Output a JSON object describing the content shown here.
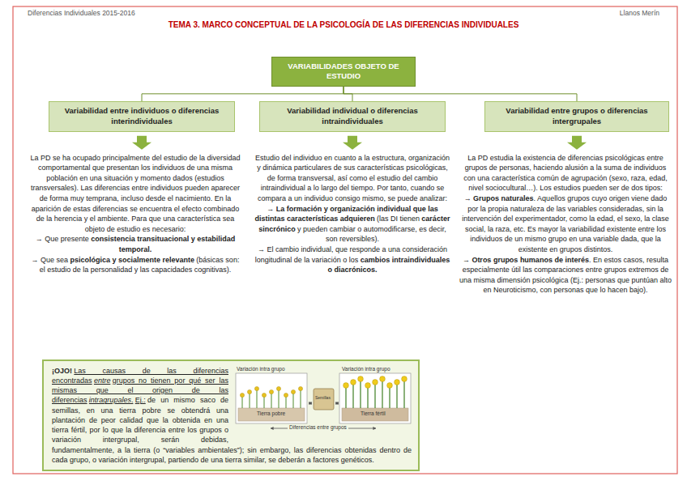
{
  "diagram": {
    "title": "TEMA 3. MARCO CONCEPTUAL DE LA PSICOLOGÍA DE LAS DIFERENCIAS INDIVIDUALES",
    "nodes": [
      {
        "text": [
          "VARIABILIDADES OBJETO DE ESTUDIO"
        ]
      },
      {
        "text": [
          "Variabilidad entre individuos o diferencias interindividuales"
        ]
      },
      {
        "text": [
          "Variabilidad individual o diferencias intraindividuales"
        ]
      },
      {
        "text": [
          "Variabilidad entre grupos o diferencias intergrupales"
        ]
      },
      {
        "text": [
          "¡OJO!",
          "Las causas de las diferencias encontradas",
          "entre",
          "grupos no tienen por qué ser las mismas que el origen de las diferencias",
          "intragrupales",
          ".",
          "Ej.:",
          "de un mismo saco de semillas, en una tierra pobre se obtendrá una plantación de peor calidad que la obtenida en una tierra fértil, por lo que la diferencia entre los grupos o variación intergrupal, serán debidas, fundamentalmente, a la tierra (o “variables ambientales”); sin embargo, las diferencias obtenidas dentro de cada grupo, o variación intergrupal, partiendo de una tierra similar, se deberán a factores genéticos."
        ]
      }
    ],
    "edges": [
      {
        "from": 0,
        "to": 1,
        "arrow": "none"
      },
      {
        "from": 0,
        "to": 2,
        "arrow": "none"
      },
      {
        "from": 0,
        "to": 3,
        "arrow": "none"
      }
    ],
    "labels": [
      "Diferencias Individuales 2015-2016",
      "Llanos Merín",
      "La PD se ha ocupado principalmente del estudio de la diversidad comportamental que presentan los individuos de una misma población en una situación y momento dados (estudios transversales). Las diferencias entre individuos pueden aparecer de forma muy temprana, incluso desde el nacimiento. En la aparición de estas diferencias se encuentra el efecto combinado de la herencia y el ambiente. Para que una característica sea objeto de estudio es necesario:",
      "→ Que presente",
      "consistencia transituacional y estabilidad temporal.",
      "→ Que sea",
      "psicológica y socialmente relevante",
      "(básicas son: el estudio de la personalidad y las capacidades cognitivas).",
      "Estudio del individuo en cuanto a la estructura, organización y dinámica particulares de sus características psicológicas, de forma transversal, así como el estudio del cambio intraindividual a lo largo del tiempo. Por tanto, cuando se compara a un individuo consigo mismo, se puede analizar:",
      "→",
      "La formación y organización individual que las distintas características adquieren",
      "(las DI tienen",
      "carácter sincrónico",
      "y pueden cambiar o automodificarse, es decir, son reversibles).",
      "→ El cambio individual, que responde a una consideración longitudinal de la variación o los",
      "cambios intraindividuales o diacrónicos",
      ".",
      "La PD estudia la existencia de diferencias psicológicas entre grupos de personas, haciendo alusión a la suma de individuos con una característica común de agrupación (sexo, raza, edad, nivel sociocultural…). Los estudios pueden ser de dos tipos:",
      "→",
      "Grupos naturales",
      ". Aquellos grupos cuyo origen viene dado por la propia naturaleza de las variables consideradas, sin la intervención del experimentador, como la edad, el sexo, la clase social, la raza, etc. Es mayor la variabilidad existente entre los individuos de un mismo grupo en una variable dada, que la existente en grupos distintos.",
      "→",
      "Otros grupos humanos de interés",
      ". En estos casos, resulta especialmente útil las comparaciones entre grupos extremos de una misma dimensión psicológica (Ej.: personas que puntúan alto en Neuroticismo, con personas que lo hacen bajo).",
      "Variación intra grupo",
      "Variación intra grupo",
      "Semillas",
      "Tierra pobre",
      "Tierra fértil",
      "Diferencias entre grupos"
    ]
  }
}
